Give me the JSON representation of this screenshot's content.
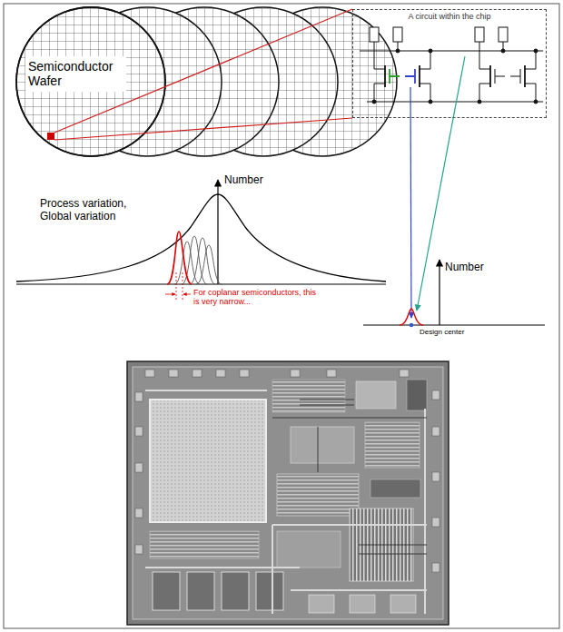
{
  "diagram": {
    "nodes": [
      {
        "text": [
          "Semiconductor Wafer"
        ]
      },
      {
        "text": [
          "A circuit within the chip"
        ]
      }
    ],
    "labels": [
      "Number",
      "Process variation, Global variation",
      "For coplanar semiconductors, this is very narrow...",
      "Number",
      "Design center"
    ]
  }
}
